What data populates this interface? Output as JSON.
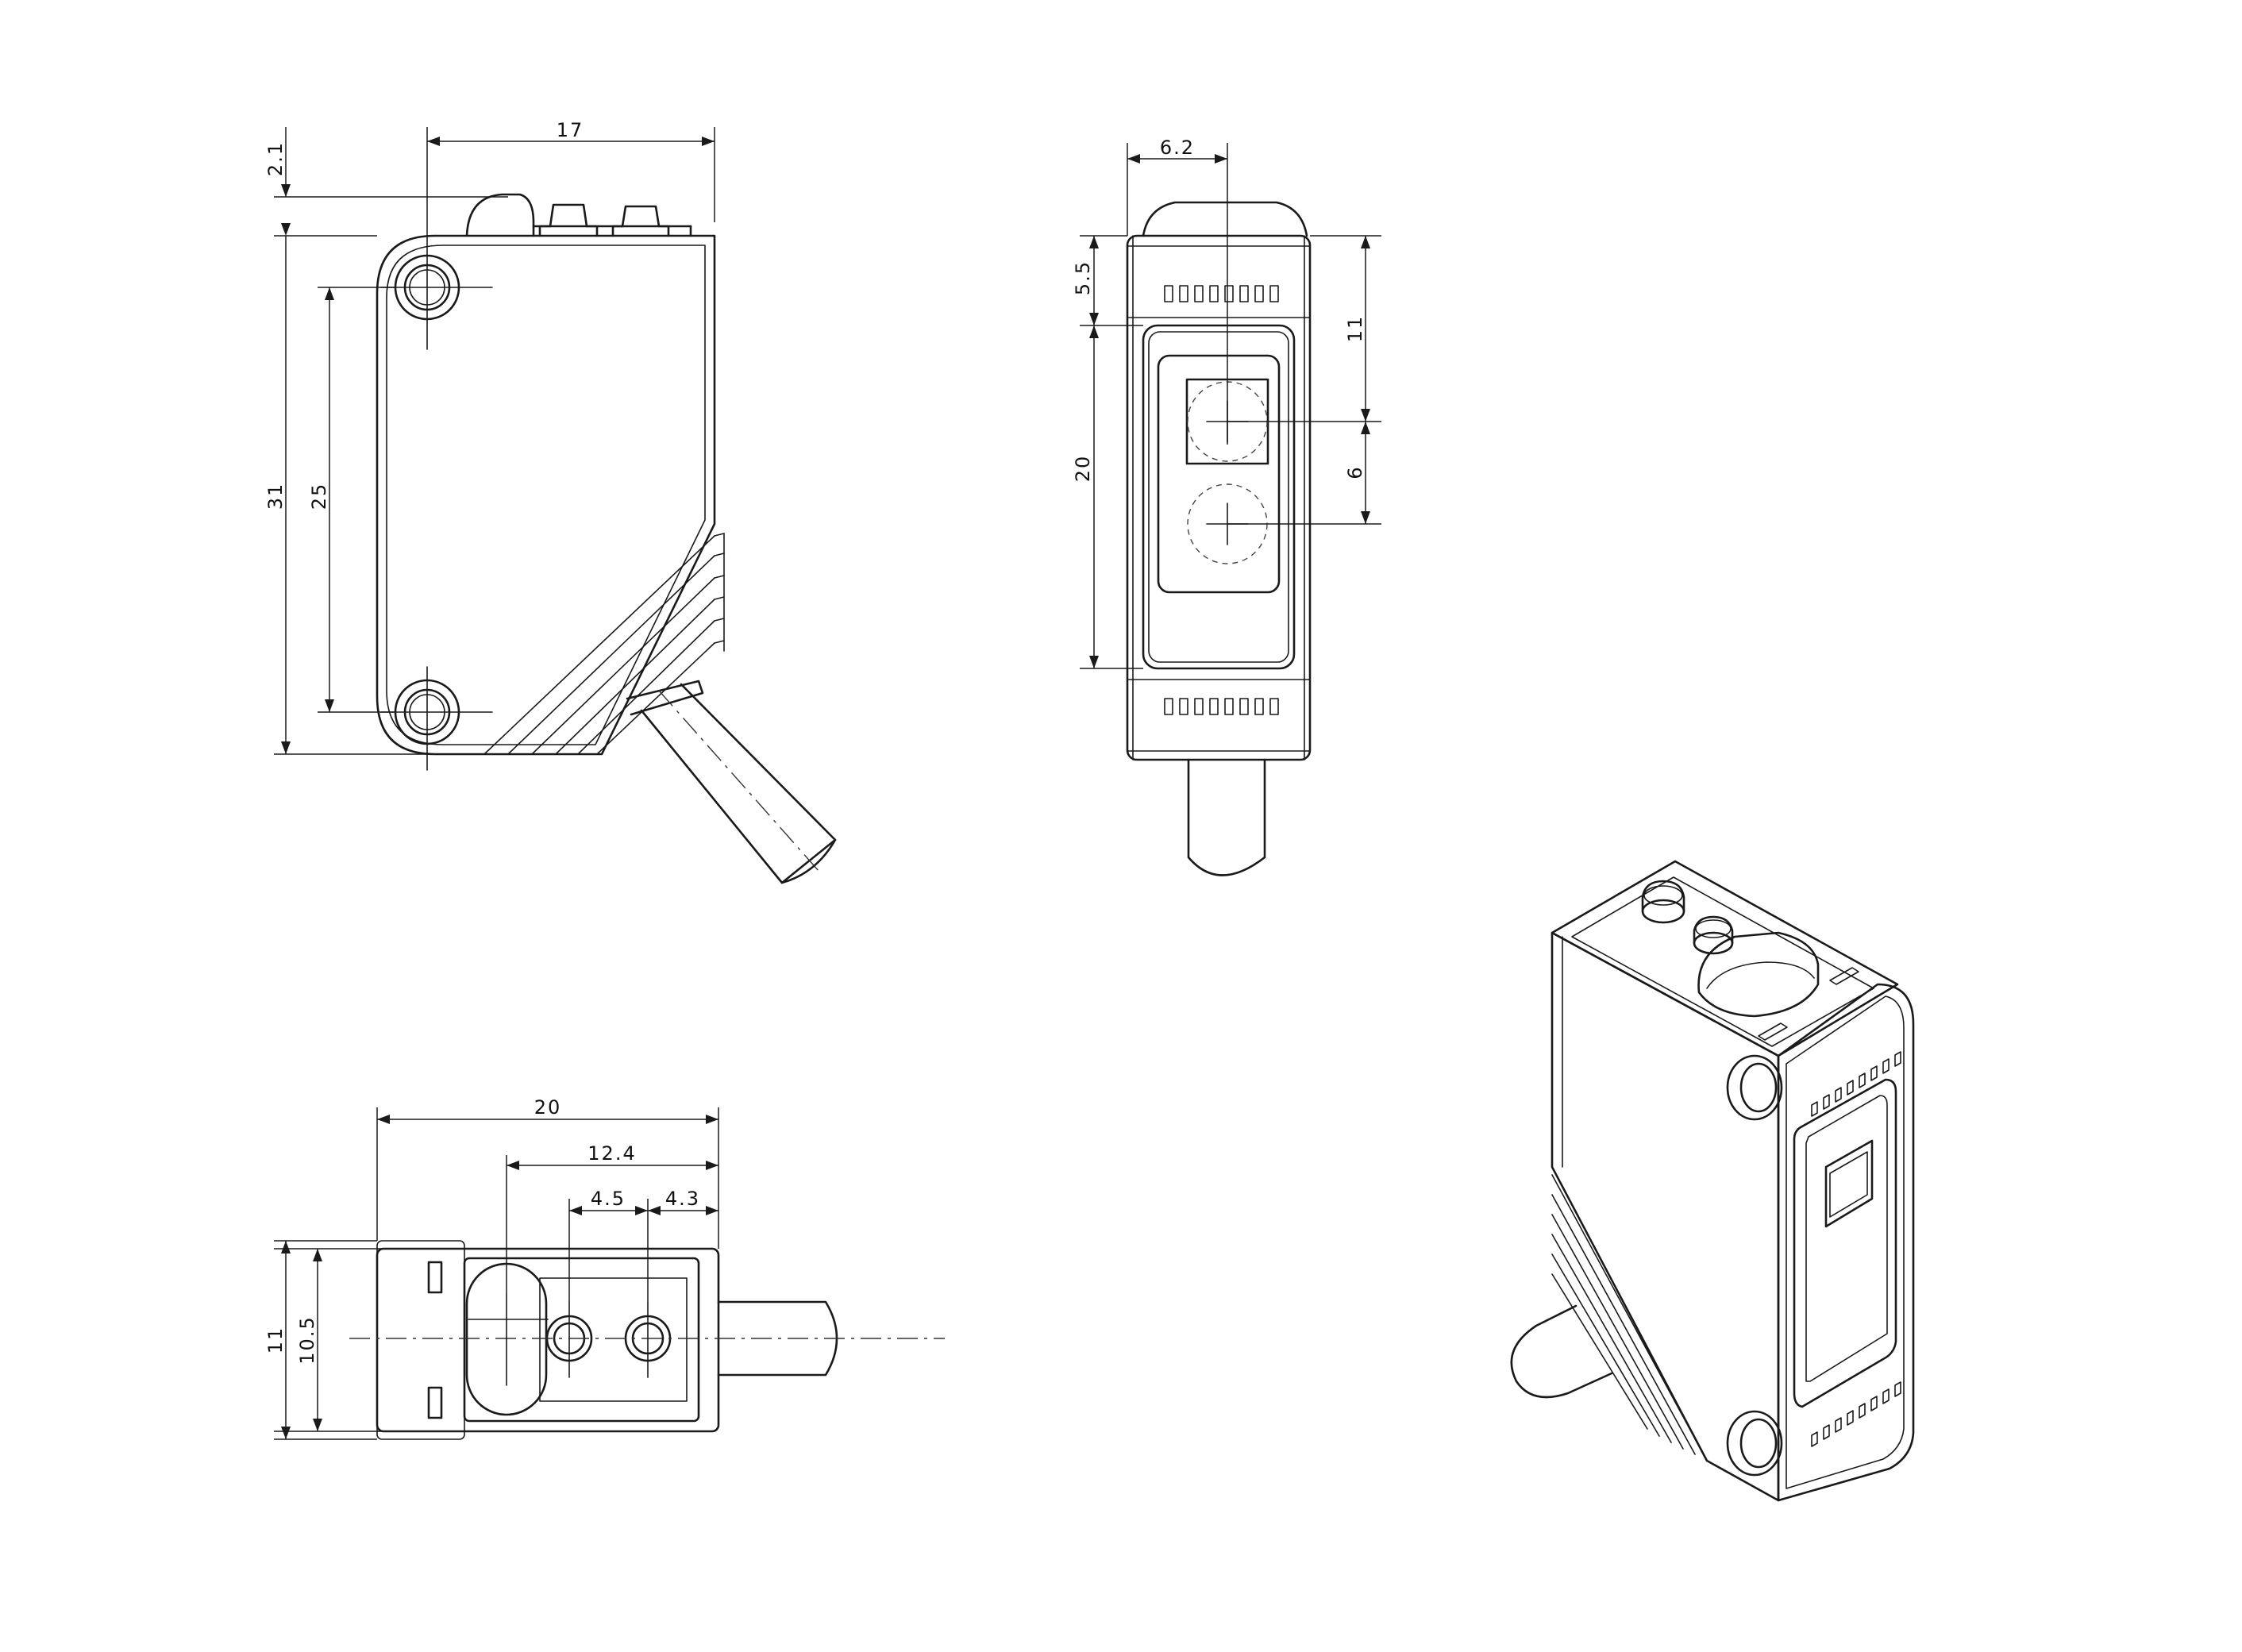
{
  "colors": {
    "line": "#1a1a1a",
    "background": "#ffffff"
  },
  "side_view": {
    "dim_top_offset": "2.1",
    "dim_width": "17",
    "dim_height": "31",
    "dim_hole_spacing": "25"
  },
  "front_view": {
    "dim_center_offset": "6.2",
    "dim_top_margin": "5.5",
    "dim_window_height": "20",
    "dim_upper_lens": "11",
    "dim_lens_spacing": "6"
  },
  "top_view": {
    "dim_length": "20",
    "dim_lens_position": "12.4",
    "dim_led_spacing_1": "4.5",
    "dim_led_spacing_2": "4.3",
    "dim_total_width": "11",
    "dim_body_width": "10.5"
  }
}
